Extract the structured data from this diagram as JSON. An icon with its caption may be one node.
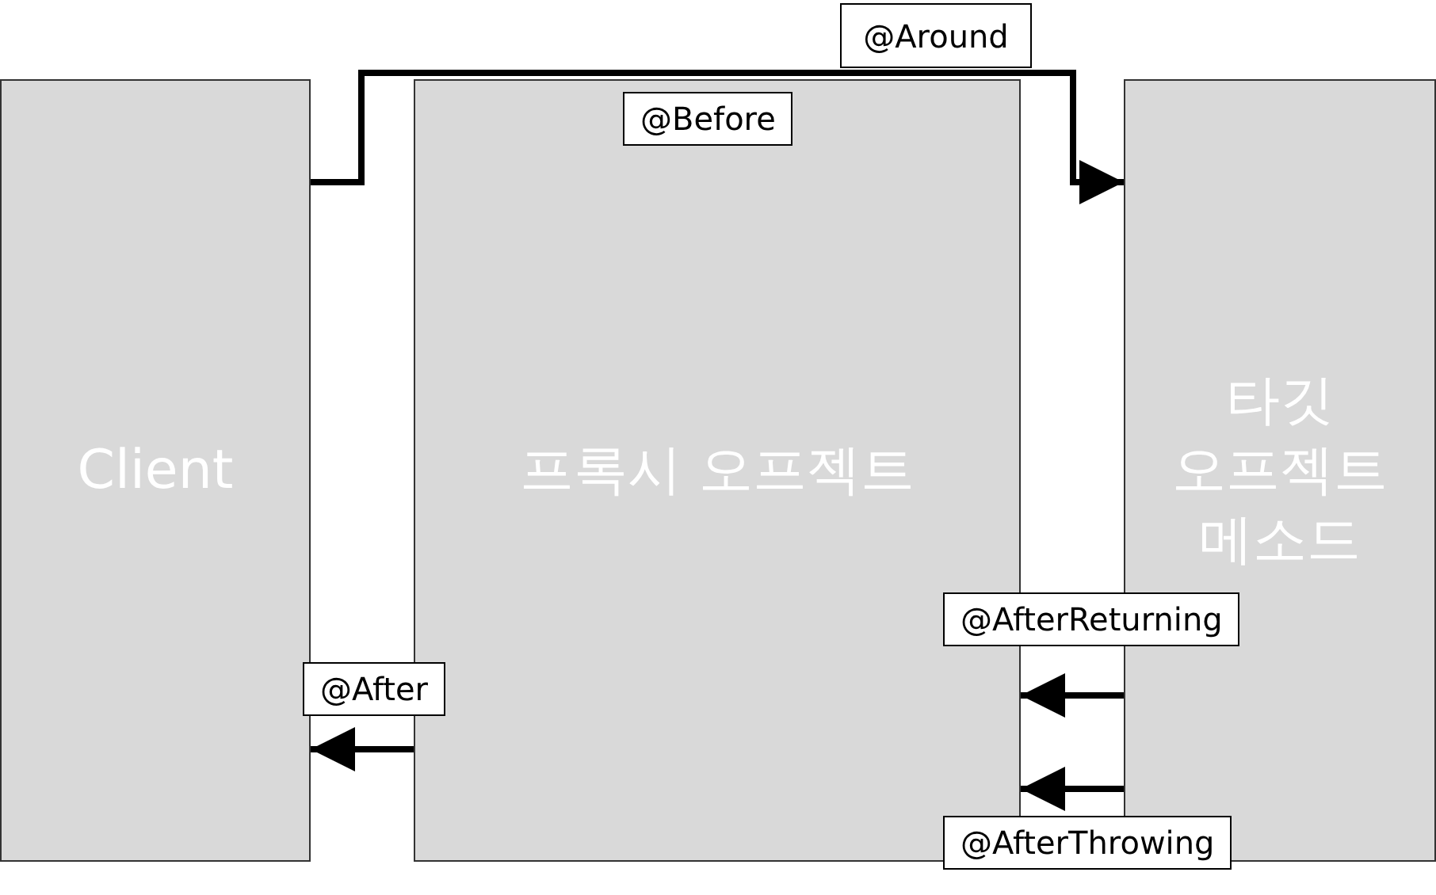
{
  "diagram": {
    "nodes": [
      {
        "text": [
          "Client"
        ]
      },
      {
        "text": [
          "프록시 오프젝트"
        ]
      },
      {
        "text": [
          "타깃 오프젝트 메소드"
        ]
      },
      {
        "text": [
          "@Around"
        ]
      }
    ],
    "edges": [
      {
        "from": 0,
        "to": 2,
        "arrow": "to",
        "label": "@Before"
      },
      {
        "from": 2,
        "to": 1,
        "arrow": "to",
        "label": "@AfterReturning"
      },
      {
        "from": 2,
        "to": 1,
        "arrow": "to",
        "label": "@AfterThrowing"
      },
      {
        "from": 1,
        "to": 0,
        "arrow": "to",
        "label": "@After"
      }
    ]
  }
}
